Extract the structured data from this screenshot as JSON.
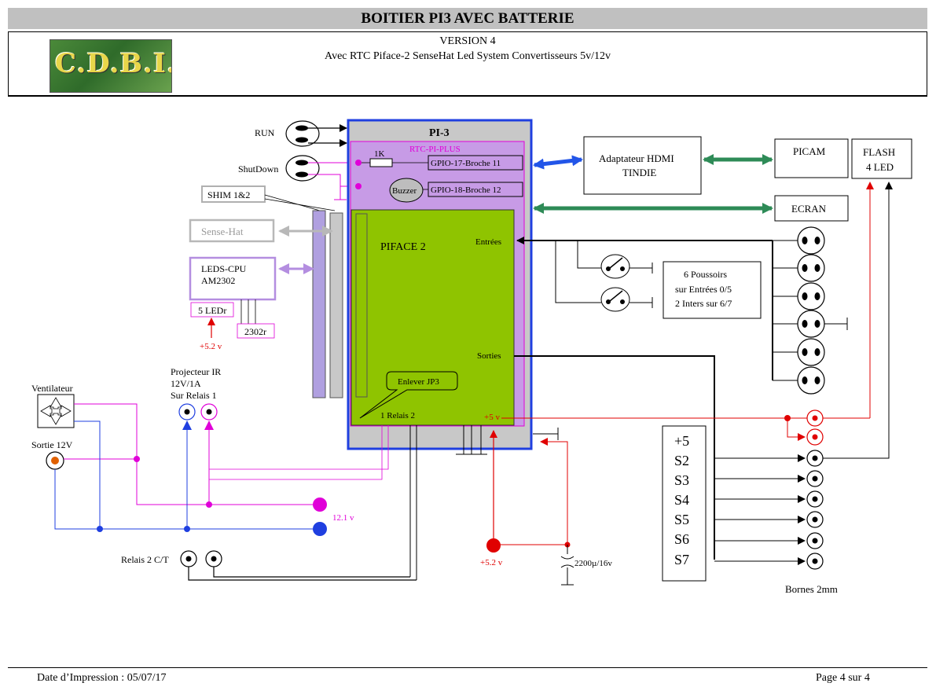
{
  "header": {
    "title": "BOITIER PI3 AVEC BATTERIE",
    "version": "VERSION 4",
    "subtitle": "Avec RTC  Piface-2  SenseHat   Led System    Convertisseurs 5v/12v",
    "logo_text": "C.D.B.I."
  },
  "labels": {
    "run": "RUN",
    "shutdown": "ShutDown",
    "shim": "SHIM 1&2",
    "sense_hat": "Sense-Hat",
    "leds_cpu_1": "LEDS-CPU",
    "leds_cpu_2": "AM2302",
    "five_ledr": "5 LEDr",
    "dht": "2302r",
    "plus52_left": "+5.2 v",
    "pi3": "PI-3",
    "rtc": "RTC-PI-PLUS",
    "resistor": "1K",
    "gpio17": "GPIO-17-Broche 11",
    "buzzer": "Buzzer",
    "gpio18": "GPIO-18-Broche 12",
    "piface": "PIFACE 2",
    "entrees": "Entrées",
    "sorties": "Sorties",
    "enlever": "Enlever JP3",
    "relais12": "1 Relais 2",
    "plus5": "+5 v",
    "hdmi_1": "Adaptateur HDMI",
    "hdmi_2": "TINDIE",
    "picam": "PICAM",
    "flash_1": "FLASH",
    "flash_2": "4 LED",
    "ecran": "ECRAN",
    "pousse_1": "6 Poussoirs",
    "pousse_2": "sur Entrées 0/5",
    "pousse_3": "2 Inters sur 6/7",
    "ventilateur": "Ventilateur",
    "proj_1": "Projecteur IR",
    "proj_2": "12V/1A",
    "proj_3": "Sur Relais 1",
    "sortie12": "Sortie 12V",
    "v121": "12.1 v",
    "relais2ct": "Relais 2 C/T",
    "plus52_bottom": "+5.2 v",
    "cap": "2200µ/16v",
    "bornes": "Bornes 2mm"
  },
  "terminals": [
    "+5",
    "S2",
    "S3",
    "S4",
    "S5",
    "S6",
    "S7"
  ],
  "footer": {
    "date": "Date d’Impression : 05/07/17",
    "page": "Page 4 sur 4"
  },
  "colors": {
    "pi_blue": "#1f3fe0",
    "rtc_purple": "#c79be6",
    "piface_green": "#8fc400",
    "magenta": "#e000d8",
    "red": "#e00000",
    "teal": "#2e8b57",
    "sense_grey": "#b8b8b8",
    "lilac": "#b48ee0"
  }
}
